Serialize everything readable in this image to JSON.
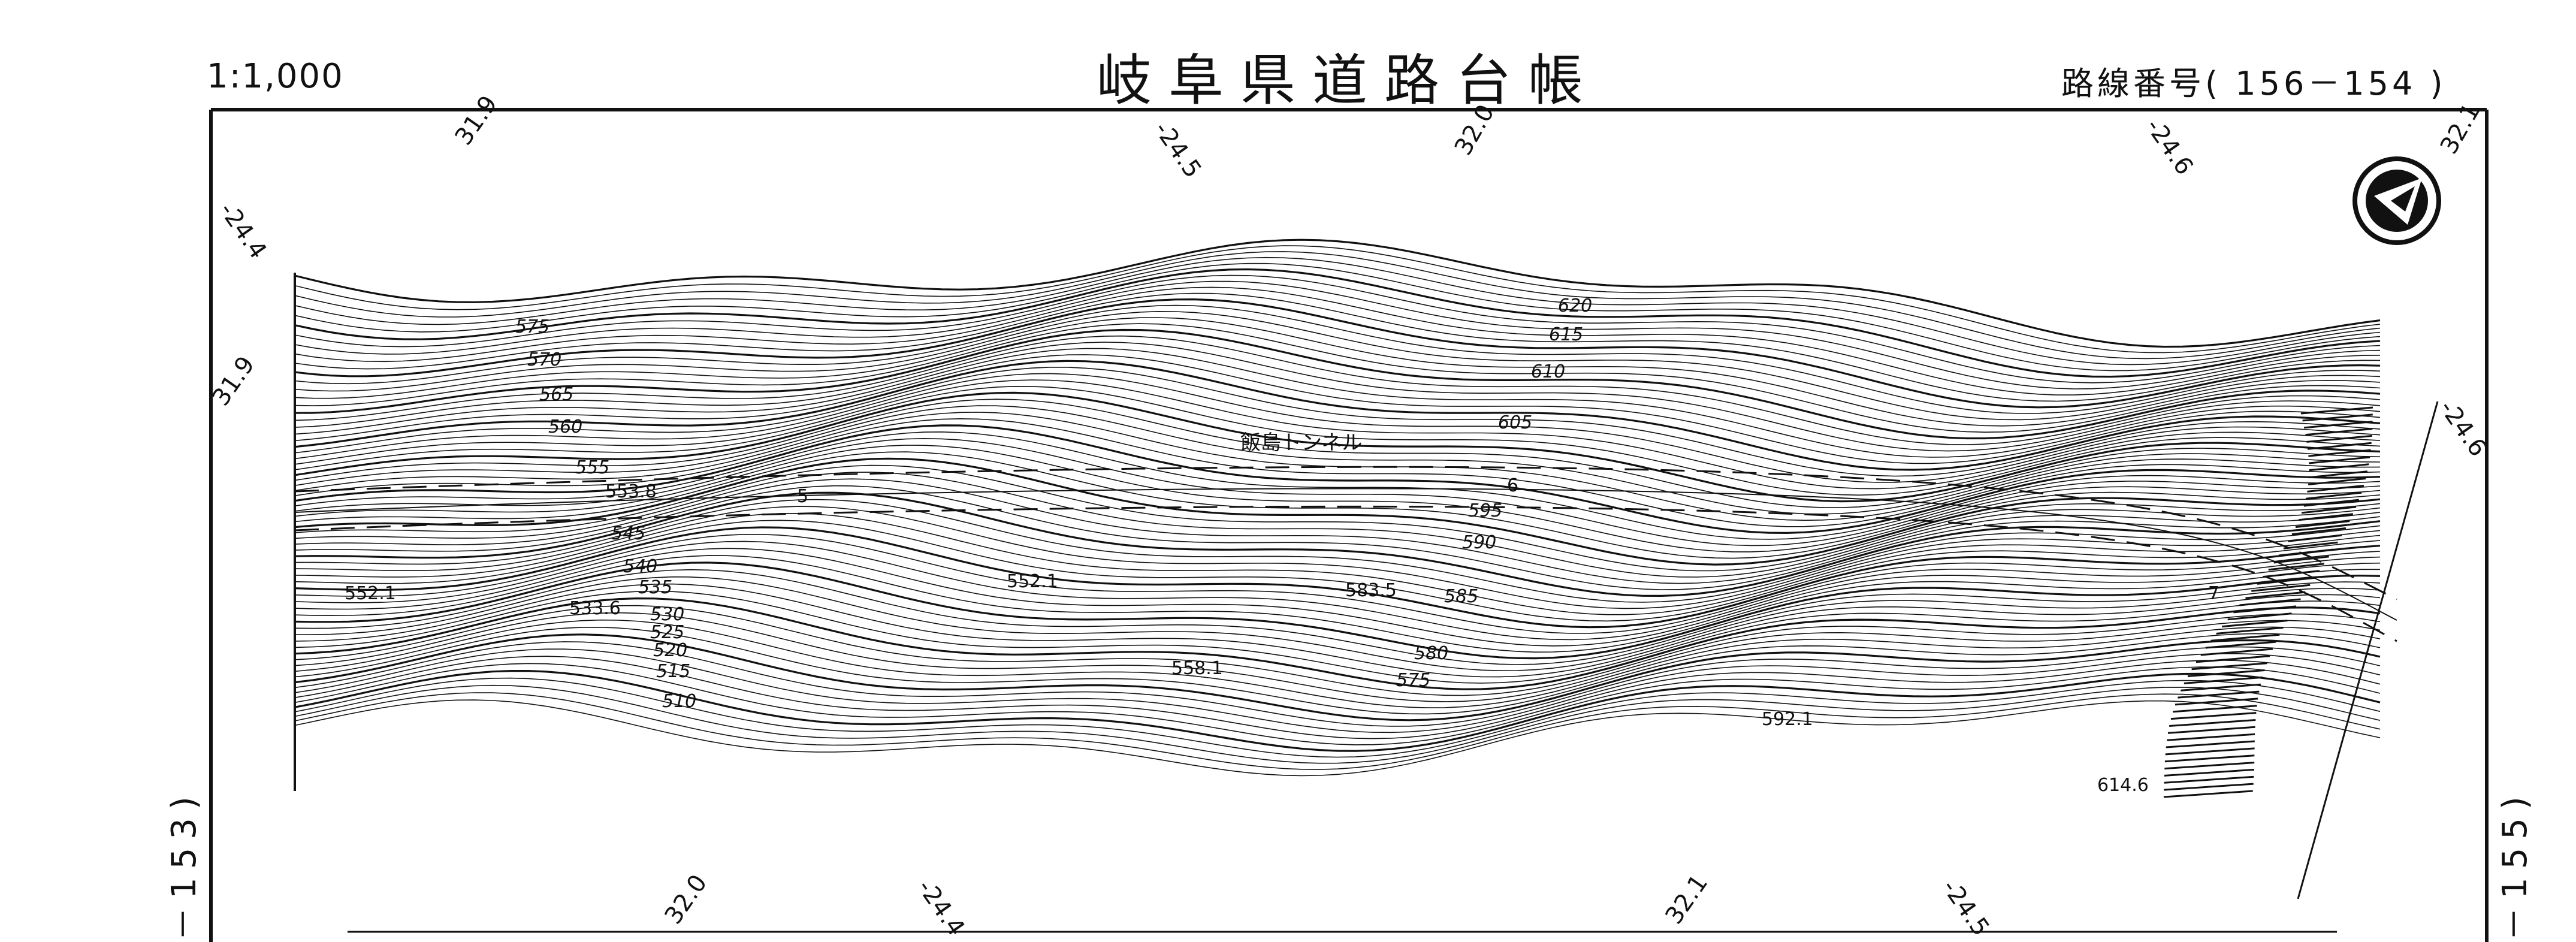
{
  "header": {
    "scale": "1:1,000",
    "title": "岐阜県道路台帳",
    "route_number": "路線番号( 156－154 )"
  },
  "sheets": {
    "left": "－153)",
    "right": "－155)"
  },
  "map": {
    "tunnel_label": "飯島トンネル",
    "grid_labels": [
      "31.9",
      "-24.5",
      "32.0",
      "-24.6",
      "32.1",
      "-24.4",
      "31.9",
      "-24.6",
      "32.0",
      "-24.4",
      "32.1",
      "-24.5"
    ],
    "contour_labels": [
      "575",
      "570",
      "565",
      "560",
      "555",
      "545",
      "540",
      "535",
      "530",
      "525",
      "520",
      "515",
      "510",
      "620",
      "615",
      "610",
      "605",
      "595",
      "590",
      "585",
      "580",
      "575"
    ],
    "spot_heights": [
      "553.8",
      "552.1",
      "533.6",
      "552.1",
      "558.1",
      "583.5",
      "592.1",
      "614.6"
    ],
    "markers": [
      "5",
      "6",
      "7"
    ],
    "north_arrow": "north-arrow-icon"
  }
}
